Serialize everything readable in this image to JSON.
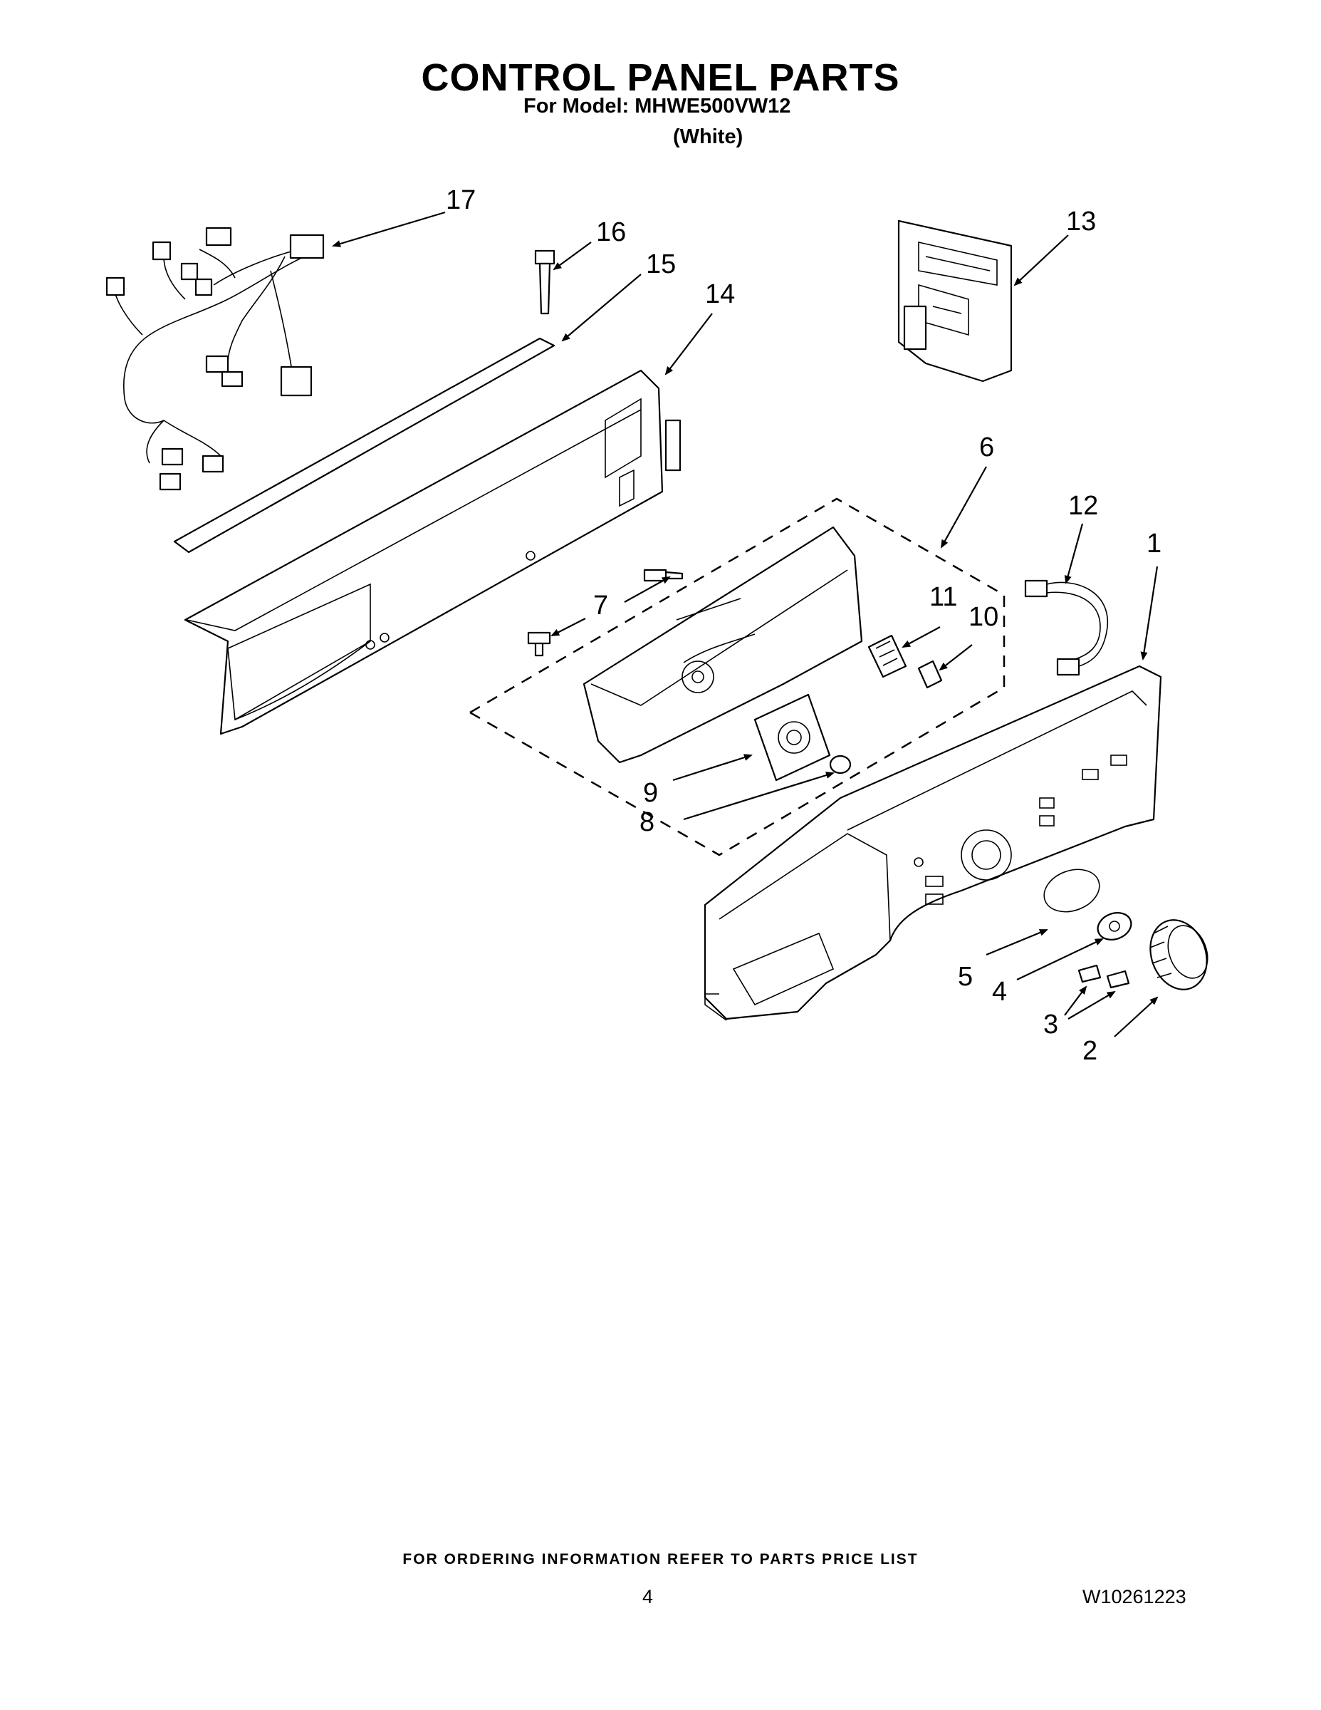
{
  "header": {
    "title": "CONTROL PANEL PARTS",
    "model_line": "For Model: MHWE500VW12",
    "color": "(White)"
  },
  "callouts": [
    "1",
    "2",
    "3",
    "4",
    "5",
    "6",
    "7",
    "8",
    "9",
    "10",
    "11",
    "12",
    "13",
    "14",
    "15",
    "16",
    "17"
  ],
  "footer": {
    "ordering_note": "FOR ORDERING INFORMATION REFER TO PARTS PRICE LIST",
    "page_number": "4",
    "document_number": "W10261223"
  }
}
